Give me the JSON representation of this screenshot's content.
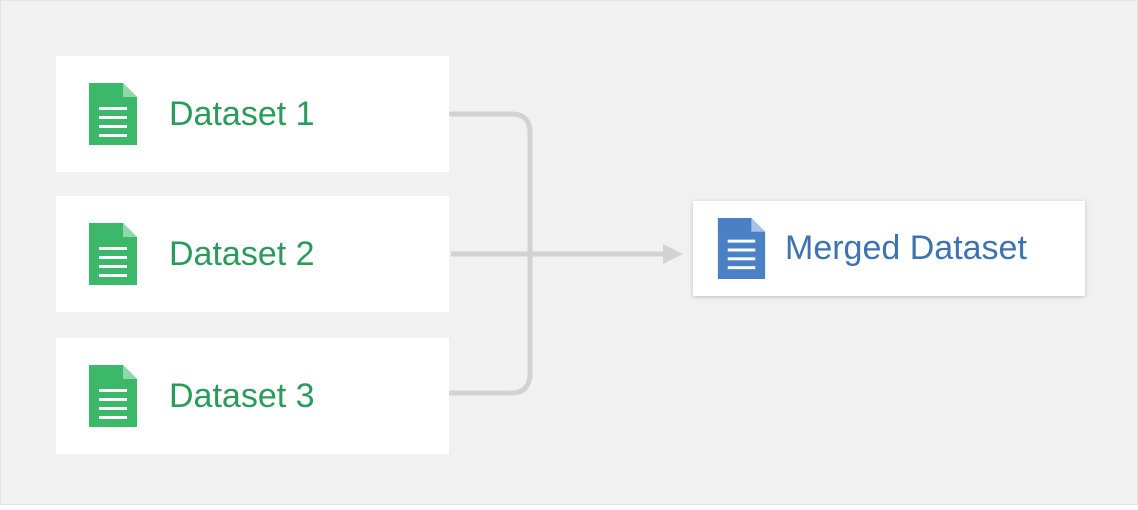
{
  "sources": [
    {
      "label": "Dataset 1",
      "icon": "document-icon"
    },
    {
      "label": "Dataset 2",
      "icon": "document-icon"
    },
    {
      "label": "Dataset 3",
      "icon": "document-icon"
    }
  ],
  "target": {
    "label": "Merged Dataset",
    "icon": "document-icon"
  },
  "colors": {
    "source_accent": "#2a9b5b",
    "source_icon": "#3cb86a",
    "target_accent": "#3d72b3",
    "target_icon": "#4a80c4",
    "connector": "#d2d2d2",
    "background": "#f1f1f1"
  }
}
